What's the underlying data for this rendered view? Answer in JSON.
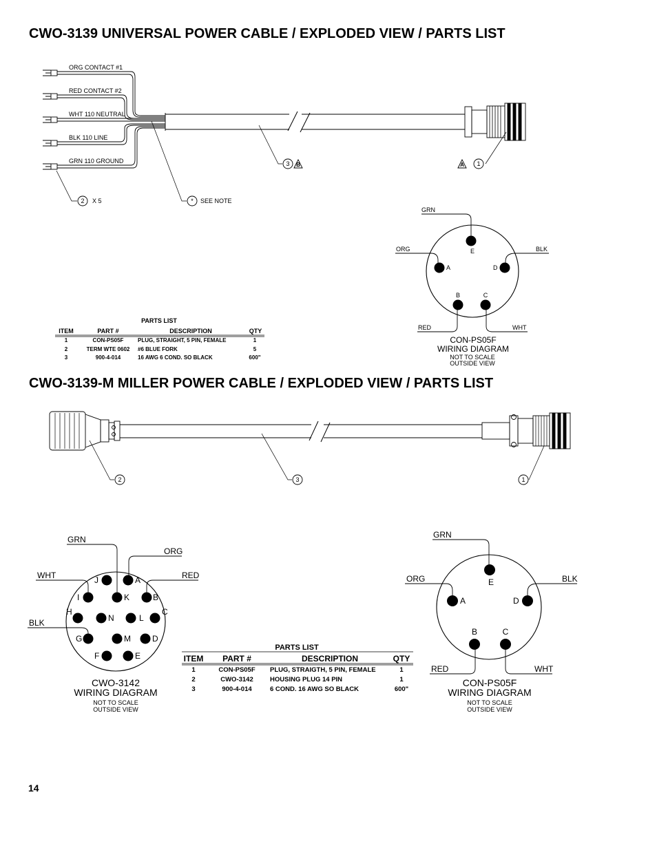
{
  "headings": {
    "universal": "CWO-3139 UNIVERSAL POWER CABLE / EXPLODED VIEW / PARTS LIST",
    "miller": "CWO-3139-M MILLER POWER CABLE / EXPLODED VIEW / PARTS LIST"
  },
  "page_number": "14",
  "universal": {
    "wire_labels": [
      "ORG CONTACT #1",
      "RED CONTACT #2",
      "WHT 110 NEUTRAL",
      "BLK 110 LINE",
      "GRN 110 GROUND"
    ],
    "callouts": {
      "term": "2",
      "term_qty": "X 5",
      "note_symbol": "*",
      "note": "SEE NOTE",
      "cable": "3",
      "cable_ref": "B",
      "plug": "1",
      "plug_ref": "A"
    },
    "parts_list": {
      "title": "PARTS LIST",
      "headers": [
        "ITEM",
        "PART #",
        "DESCRIPTION",
        "QTY"
      ],
      "rows": [
        [
          "1",
          "CON-PS05F",
          "PLUG, STRAIGHT, 5 PIN, FEMALE",
          "1"
        ],
        [
          "2",
          "TERM WTE 0602",
          "#6 BLUE FORK",
          "5"
        ],
        [
          "3",
          "900-4-014",
          "16 AWG 6 COND. SO BLACK",
          "600\""
        ]
      ]
    },
    "wiring": {
      "wires": {
        "grn": "GRN",
        "org": "ORG",
        "blk": "BLK",
        "red": "RED",
        "wht": "WHT"
      },
      "pins": {
        "e": "E",
        "a": "A",
        "d": "D",
        "b": "B",
        "c": "C"
      },
      "name": "CON-PS05F",
      "subtitle": "WIRING DIAGRAM",
      "note1": "NOT TO SCALE",
      "note2": "OUTSIDE VIEW"
    }
  },
  "miller": {
    "callouts": {
      "housing": "2",
      "cable": "3",
      "plug": "1"
    },
    "wiring14": {
      "wires": {
        "grn": "GRN",
        "org": "ORG",
        "wht": "WHT",
        "red": "RED",
        "blk": "BLK"
      },
      "pins": {
        "j": "J",
        "a": "A",
        "i": "I",
        "k": "K",
        "b": "B",
        "h": "H",
        "n": "N",
        "l": "L",
        "c": "C",
        "g": "G",
        "m": "M",
        "d": "D",
        "f": "F",
        "e": "E"
      },
      "name": "CWO-3142",
      "subtitle": "WIRING DIAGRAM",
      "note1": "NOT TO SCALE",
      "note2": "OUTSIDE VIEW"
    },
    "parts_list": {
      "title": "PARTS LIST",
      "headers": [
        "ITEM",
        "PART #",
        "DESCRIPTION",
        "QTY"
      ],
      "rows": [
        [
          "1",
          "CON-PS05F",
          "PLUG, STRAIGTH, 5 PIN, FEMALE",
          "1"
        ],
        [
          "2",
          "CWO-3142",
          "HOUSING PLUG 14 PIN",
          "1"
        ],
        [
          "3",
          "900-4-014",
          "6 COND. 16 AWG SO BLACK",
          "600\""
        ]
      ]
    },
    "wiring": {
      "wires": {
        "grn": "GRN",
        "org": "ORG",
        "blk": "BLK",
        "red": "RED",
        "wht": "WHT"
      },
      "pins": {
        "e": "E",
        "a": "A",
        "d": "D",
        "b": "B",
        "c": "C"
      },
      "name": "CON-PS05F",
      "subtitle": "WIRING DIAGRAM",
      "note1": "NOT TO SCALE",
      "note2": "OUTSIDE VIEW"
    }
  }
}
